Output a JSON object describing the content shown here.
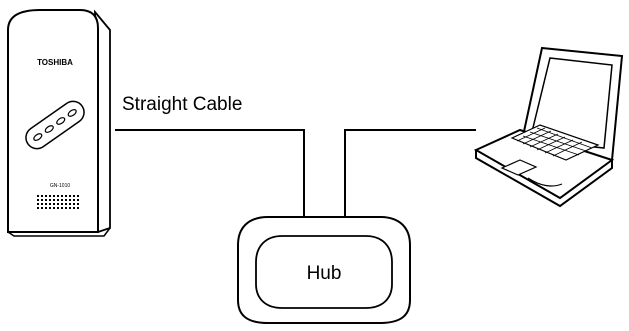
{
  "diagram": {
    "cable_label": "Straight Cable",
    "hub_label": "Hub",
    "device_brand": "TOSHIBA",
    "device_model": "GN-1010"
  },
  "icons": {
    "device": "network-device-icon",
    "laptop": "laptop-icon",
    "hub": "hub-icon"
  }
}
